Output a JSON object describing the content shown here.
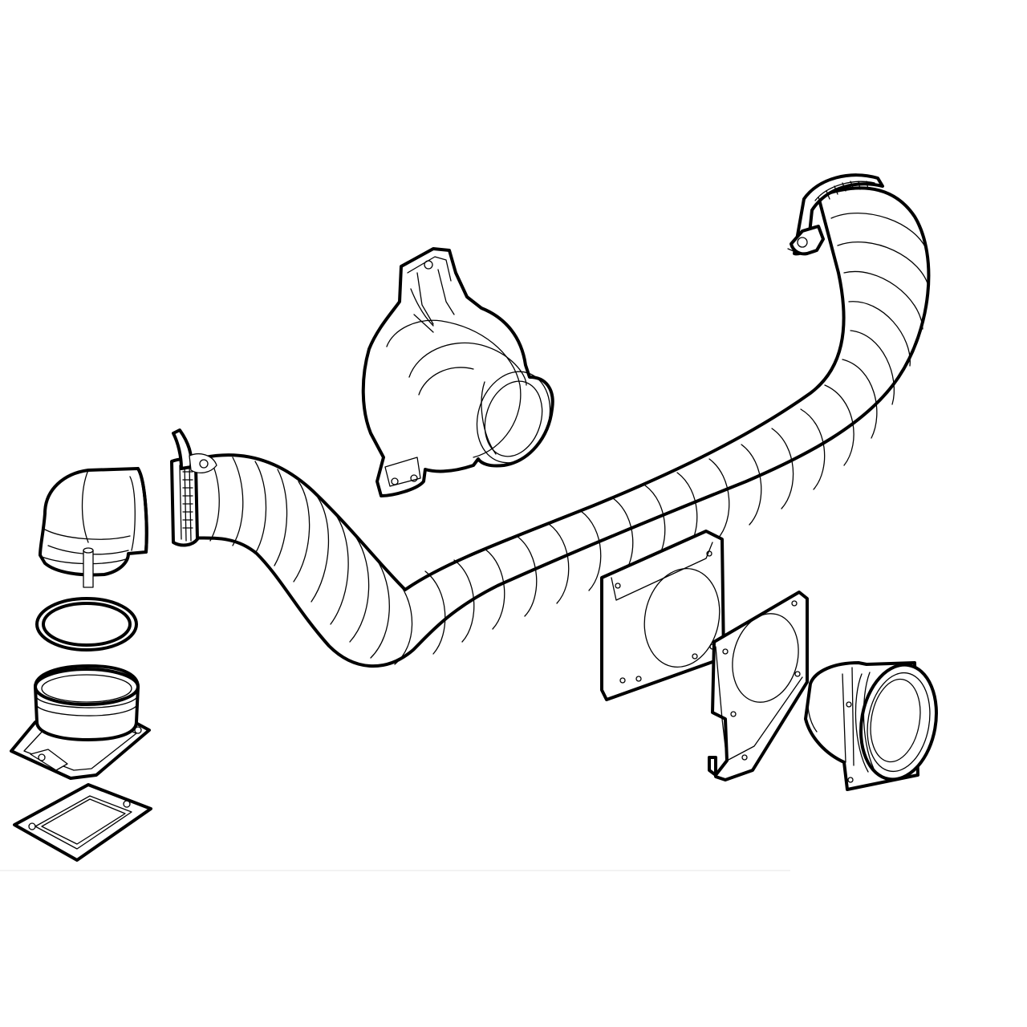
{
  "diagram": {
    "type": "exploded-parts-illustration",
    "colors": {
      "background": "#ffffff",
      "line": "#000000"
    },
    "parts": [
      {
        "id": "elbow",
        "icon": "elbow-connector-icon"
      },
      {
        "id": "o-ring",
        "icon": "o-ring-icon"
      },
      {
        "id": "collar-adapter",
        "icon": "collar-adapter-icon"
      },
      {
        "id": "gasket",
        "icon": "rectangular-gasket-icon"
      },
      {
        "id": "hose-clamp-left",
        "icon": "hose-clamp-icon"
      },
      {
        "id": "flexible-duct",
        "icon": "flexible-duct-icon"
      },
      {
        "id": "hose-clamp-right",
        "icon": "hose-clamp-icon"
      },
      {
        "id": "wall-outlet-housing",
        "icon": "outlet-housing-icon"
      },
      {
        "id": "mounting-plate",
        "icon": "mounting-plate-icon"
      },
      {
        "id": "bracket-plate",
        "icon": "bracket-plate-icon"
      },
      {
        "id": "flange-connector",
        "icon": "flange-connector-icon"
      }
    ]
  }
}
